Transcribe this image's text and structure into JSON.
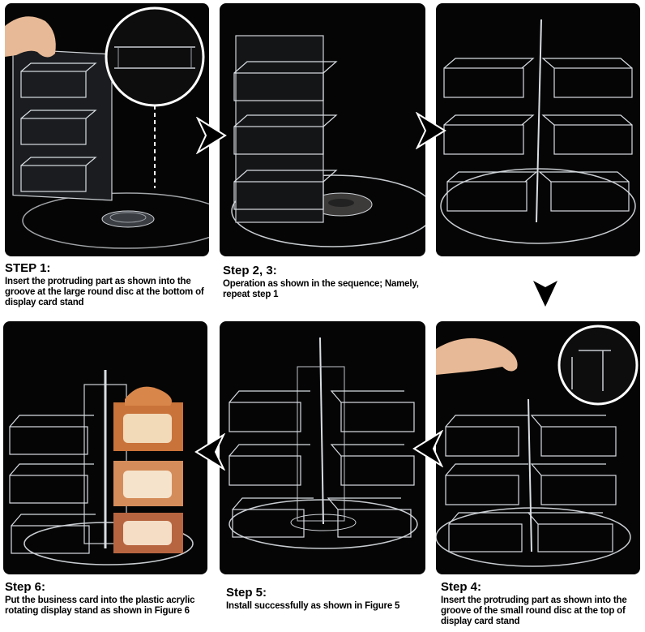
{
  "steps": [
    {
      "title": "STEP 1:",
      "text": "Insert the protruding part as shown into the groove at the large round disc at the bottom of display card stand"
    },
    {
      "title": "Step 2, 3:",
      "text": "Operation as shown in the sequence; Namely, repeat step 1"
    },
    {
      "title": "Step 4:",
      "text": "Insert the protruding part as shown into the groove of the small round disc at the top of display card stand"
    },
    {
      "title": "Step 5:",
      "text": "Install successfully as shown in Figure 5"
    },
    {
      "title": "Step 6:",
      "text": "Put the business card into the plastic acrylic rotating display stand as shown in Figure 6"
    }
  ],
  "colors": {
    "panel_bg": "#050505",
    "acrylic": "#d8dde2",
    "arrow_fill": "#000000",
    "arrow_stroke": "#ffffff",
    "card_orange": "#c9733a"
  },
  "icons": [
    "arrow-right-icon",
    "arrow-down-icon",
    "arrow-left-icon"
  ]
}
